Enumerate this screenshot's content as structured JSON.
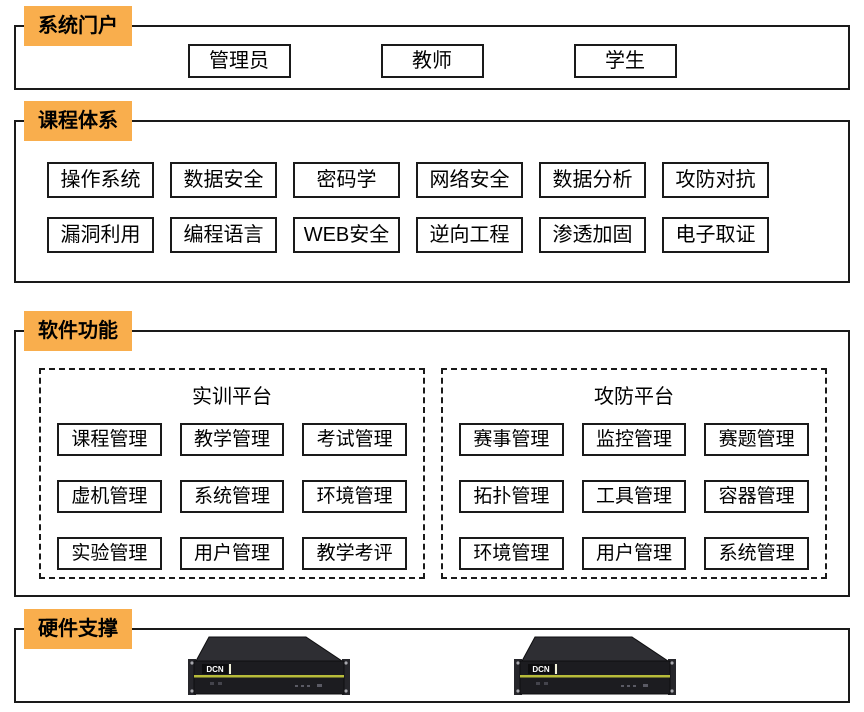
{
  "colors": {
    "accent": "#F9AE4D",
    "line": "#1A1A1A",
    "stripe": "#B8BC3A"
  },
  "portal": {
    "label": "系统门户",
    "roles": [
      "管理员",
      "教师",
      "学生"
    ]
  },
  "courses": {
    "label": "课程体系",
    "row1": [
      "操作系统",
      "数据安全",
      "密码学",
      "网络安全",
      "数据分析",
      "攻防对抗"
    ],
    "row2": [
      "漏洞利用",
      "编程语言",
      "WEB安全",
      "逆向工程",
      "渗透加固",
      "电子取证"
    ]
  },
  "software": {
    "label": "软件功能",
    "platform1": {
      "title": "实训平台",
      "modules": [
        "课程管理",
        "教学管理",
        "考试管理",
        "虚机管理",
        "系统管理",
        "环境管理",
        "实验管理",
        "用户管理",
        "教学考评"
      ]
    },
    "platform2": {
      "title": "攻防平台",
      "modules": [
        "赛事管理",
        "监控管理",
        "赛题管理",
        "拓扑管理",
        "工具管理",
        "容器管理",
        "环境管理",
        "用户管理",
        "系统管理"
      ]
    }
  },
  "hardware": {
    "label": "硬件支撑",
    "brand": "DCN"
  }
}
